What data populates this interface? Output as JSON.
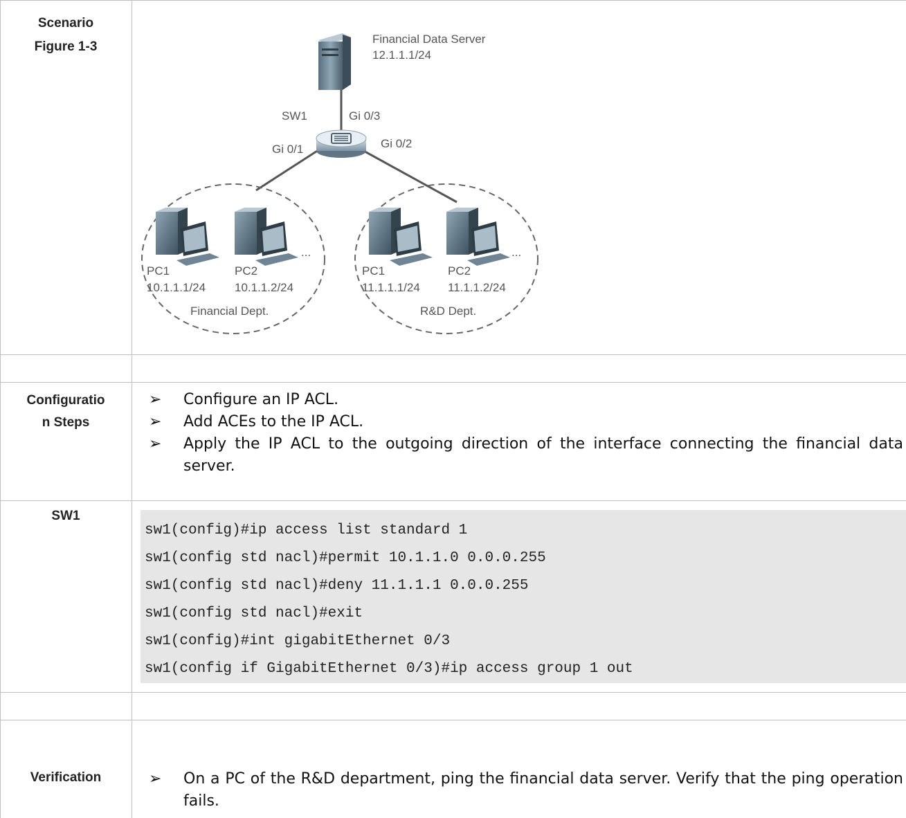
{
  "rows": {
    "scenario": {
      "label_line1": "Scenario",
      "label_line2": "Figure 1-3"
    },
    "config_steps": {
      "label_line1": "Configuratio",
      "label_line2": "n Steps",
      "bullet": "➢",
      "items": [
        "Configure an IP ACL.",
        "Add ACEs to the IP ACL.",
        "Apply the IP ACL to the outgoing direction of the interface connecting the financial data server."
      ]
    },
    "sw1": {
      "label": "SW1",
      "code_lines": [
        "sw1(config)#ip access list standard 1",
        "sw1(config std nacl)#permit 10.1.1.0 0.0.0.255",
        "sw1(config std nacl)#deny 11.1.1.1 0.0.0.255",
        "sw1(config std nacl)#exit",
        "sw1(config)#int gigabitEthernet 0/3",
        "sw1(config if GigabitEthernet 0/3)#ip access group 1 out"
      ]
    },
    "verification": {
      "label": "Verification",
      "bullet": "➢",
      "text": "On a PC of the R&D department, ping the financial data server. Verify that the ping operation fails."
    }
  },
  "diagram": {
    "server_name": "Financial Data Server",
    "server_ip": "12.1.1.1/24",
    "switch_name": "SW1",
    "port_gi03": "Gi 0/3",
    "port_gi01": "Gi 0/1",
    "port_gi02": "Gi 0/2",
    "fin_pc1_name": "PC1",
    "fin_pc1_ip": "10.1.1.1/24",
    "fin_pc2_name": "PC2",
    "fin_pc2_ip": "10.1.1.2/24",
    "fin_group": "Financial Dept.",
    "rd_pc1_name": "PC1",
    "rd_pc1_ip": "11.1.1.1/24",
    "rd_pc2_name": "PC2",
    "rd_pc2_ip": "11.1.1.2/24",
    "rd_group": "R&D Dept.",
    "ellipsis": "..."
  }
}
